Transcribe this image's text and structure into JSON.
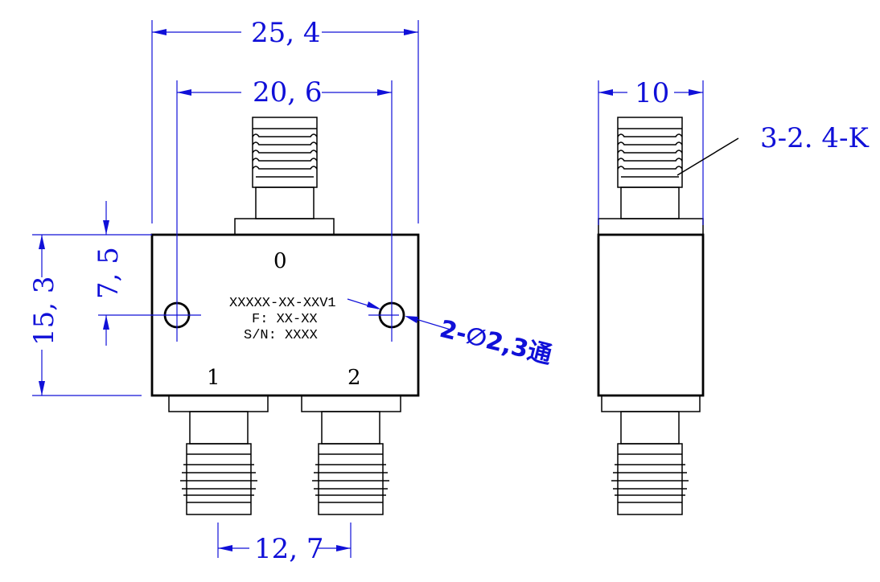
{
  "dimensions": {
    "overall_width": "25, 4",
    "hole_spacing": "20, 6",
    "port_spacing": "12, 7",
    "body_height": "15, 3",
    "hole_height": "7, 5",
    "side_width": "10"
  },
  "ports": {
    "top": "0",
    "bottom_left": "1",
    "bottom_right": "2"
  },
  "nameplate": {
    "model": "XXXXX-XX-XXV1",
    "frequency": "F: XX-XX",
    "serial": "S/N: XXXX"
  },
  "callouts": {
    "holes": "2-∅2,3通",
    "connectors": "3-2. 4-K"
  },
  "colors": {
    "dimension": "#1010d8",
    "outline": "#000000"
  }
}
